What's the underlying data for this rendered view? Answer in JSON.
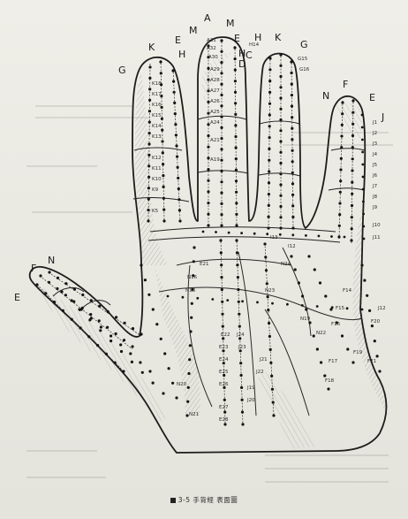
{
  "channel_letters": {
    "left_top_g": "G",
    "k1": "K",
    "e1": "E",
    "m1": "M",
    "a": "A",
    "m2": "M",
    "h1": "H",
    "e2": "E",
    "h2": "H",
    "k2": "K",
    "g2": "G",
    "h3": "H",
    "c": "C",
    "d": "D",
    "f1": "F",
    "n1": "N",
    "e3": "E",
    "j": "J",
    "e4": "E",
    "f2": "F",
    "n2": "N"
  },
  "point_labels": {
    "a31": "A31",
    "h14": "H14",
    "g15": "G15",
    "k11": "K11",
    "n16": "N16",
    "e21": "E21",
    "n18": "N18",
    "f18": "F18",
    "f15": "F15",
    "f16": "F16",
    "f17": "F17",
    "i13": "I13",
    "i12": "I12",
    "e23": "E23",
    "e24": "E24",
    "e25": "E25",
    "e26": "E26",
    "e27": "E27",
    "e28": "E28",
    "j20": "J20",
    "j21": "J21",
    "j22": "J22",
    "j23": "J23",
    "j10": "J10",
    "j11": "J11",
    "j4": "J4",
    "j5": "J5",
    "j6": "J6",
    "j7": "J7",
    "j8": "J8",
    "j9": "J9",
    "j2": "J2",
    "j3": "J3",
    "a29": "A29",
    "a25": "A25",
    "a27": "A27",
    "a21": "A21",
    "a19": "A19",
    "a24": "A24",
    "a26": "A26",
    "a28": "A28",
    "a30": "A30",
    "a32": "A32",
    "k5": "K5",
    "k10": "K10",
    "k9": "K9",
    "k12": "K12",
    "k13": "K13",
    "k14": "K14",
    "k15": "K15",
    "k16": "K16",
    "k17": "K17",
    "k18": "K18",
    "g16": "G16",
    "n19": "N19",
    "n20": "N20",
    "n21": "N21",
    "n22": "N22",
    "n23": "N23",
    "n24": "N24",
    "e22": "E22",
    "j24": "J24",
    "j19": "J19",
    "f14": "F14",
    "f19": "F19",
    "f20": "F20",
    "f21": "F21",
    "j1": "J1",
    "j12": "J12"
  },
  "caption": {
    "text": "3-5 手背經 表面圖"
  }
}
